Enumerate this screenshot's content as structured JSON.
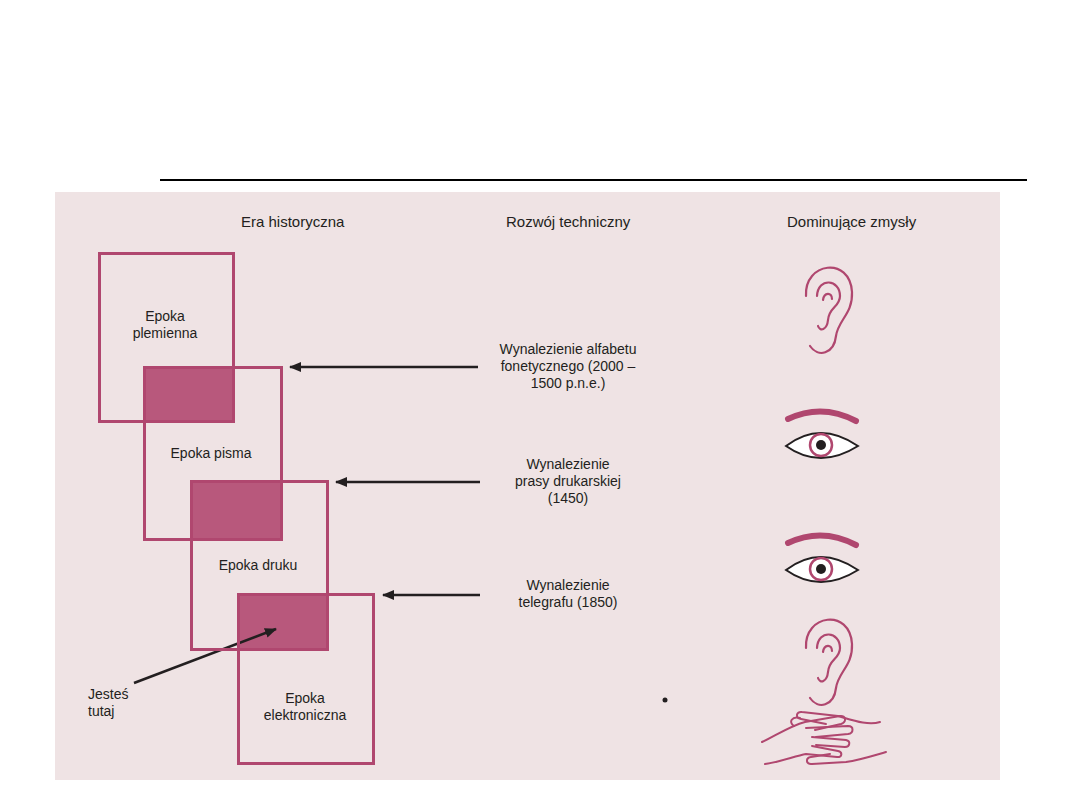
{
  "diagram": {
    "nodes": [
      {
        "text": [
          "Epoka plemienna"
        ]
      },
      {
        "text": [
          "Epoka pisma"
        ]
      },
      {
        "text": [
          "Epoka druku"
        ]
      },
      {
        "text": [
          "Epoka elektroniczna"
        ]
      }
    ],
    "labels": [
      "Era historyczna",
      "Rozwój techniczny",
      "Dominujące zmysły",
      "Wynalezienie alfabetu fonetycznego (2000 –1500 p.n.e.)",
      "Wynalezienie prasy drukarskiej (1450)",
      "Wynalezienie telegrafu (1850)",
      "Jesteś tutaj"
    ]
  }
}
